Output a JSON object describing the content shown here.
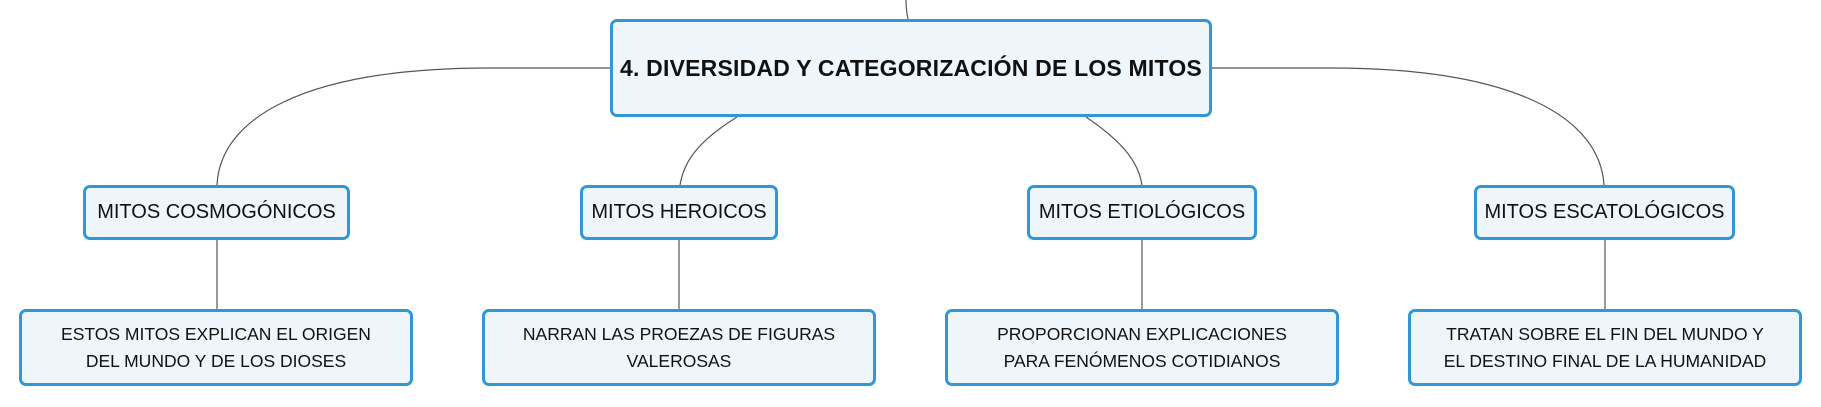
{
  "diagram": {
    "root": {
      "label": "4. DIVERSIDAD Y CATEGORIZACIÓN DE LOS MITOS"
    },
    "categories": [
      {
        "label": "MITOS COSMOGÓNICOS",
        "description": "ESTOS MITOS EXPLICAN EL ORIGEN DEL MUNDO Y DE LOS DIOSES"
      },
      {
        "label": "MITOS HEROICOS",
        "description": "NARRAN LAS PROEZAS DE FIGURAS VALEROSAS"
      },
      {
        "label": "MITOS ETIOLÓGICOS",
        "description": "PROPORCIONAN EXPLICACIONES PARA FENÓMENOS COTIDIANOS"
      },
      {
        "label": "MITOS ESCATOLÓGICOS",
        "description": "TRATAN SOBRE EL FIN DEL MUNDO Y EL DESTINO FINAL DE LA HUMANIDAD"
      }
    ]
  },
  "colors": {
    "node_border": "#3197d6",
    "node_fill": "#eef6fc",
    "connector": "#555555"
  }
}
